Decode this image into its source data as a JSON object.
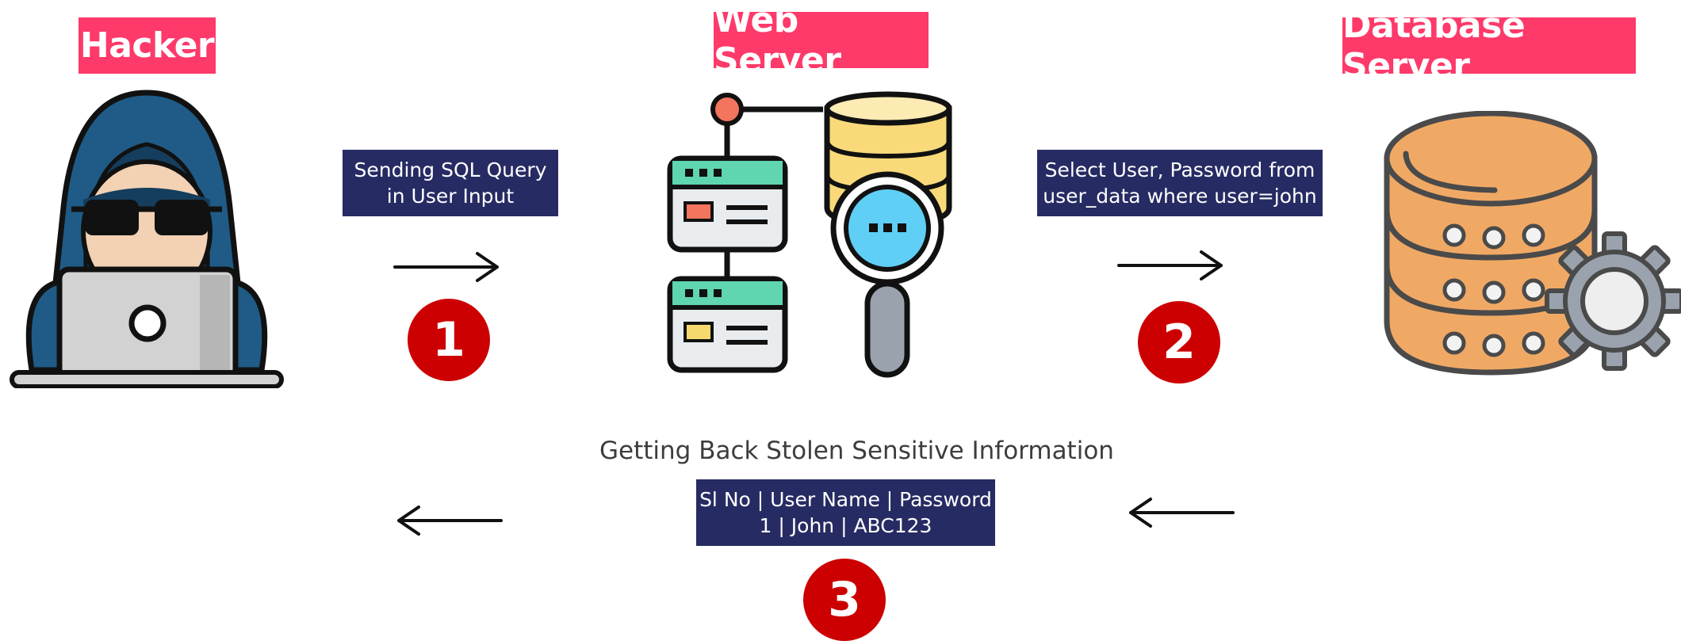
{
  "titles": {
    "hacker": "Hacker",
    "web_server": "Web Server",
    "db_server": "Database Server"
  },
  "notes": {
    "sql_query": [
      "Sending SQL Query",
      "in User Input"
    ],
    "select": [
      "Select User, Password from",
      "user_data where user=john"
    ],
    "result": [
      "Sl No | User Name | Password",
      "1 | John | ABC123"
    ]
  },
  "steps": [
    "1",
    "2",
    "3"
  ],
  "caption": "Getting Back Stolen Sensitive Information",
  "icons": [
    "hacker-icon",
    "web-server-icon",
    "database-server-icon",
    "arrow-right-icon",
    "arrow-left-icon"
  ],
  "colors": {
    "title_bg": "#fd3a6a",
    "note_bg": "#262b63",
    "step_bg": "#cc0000"
  }
}
